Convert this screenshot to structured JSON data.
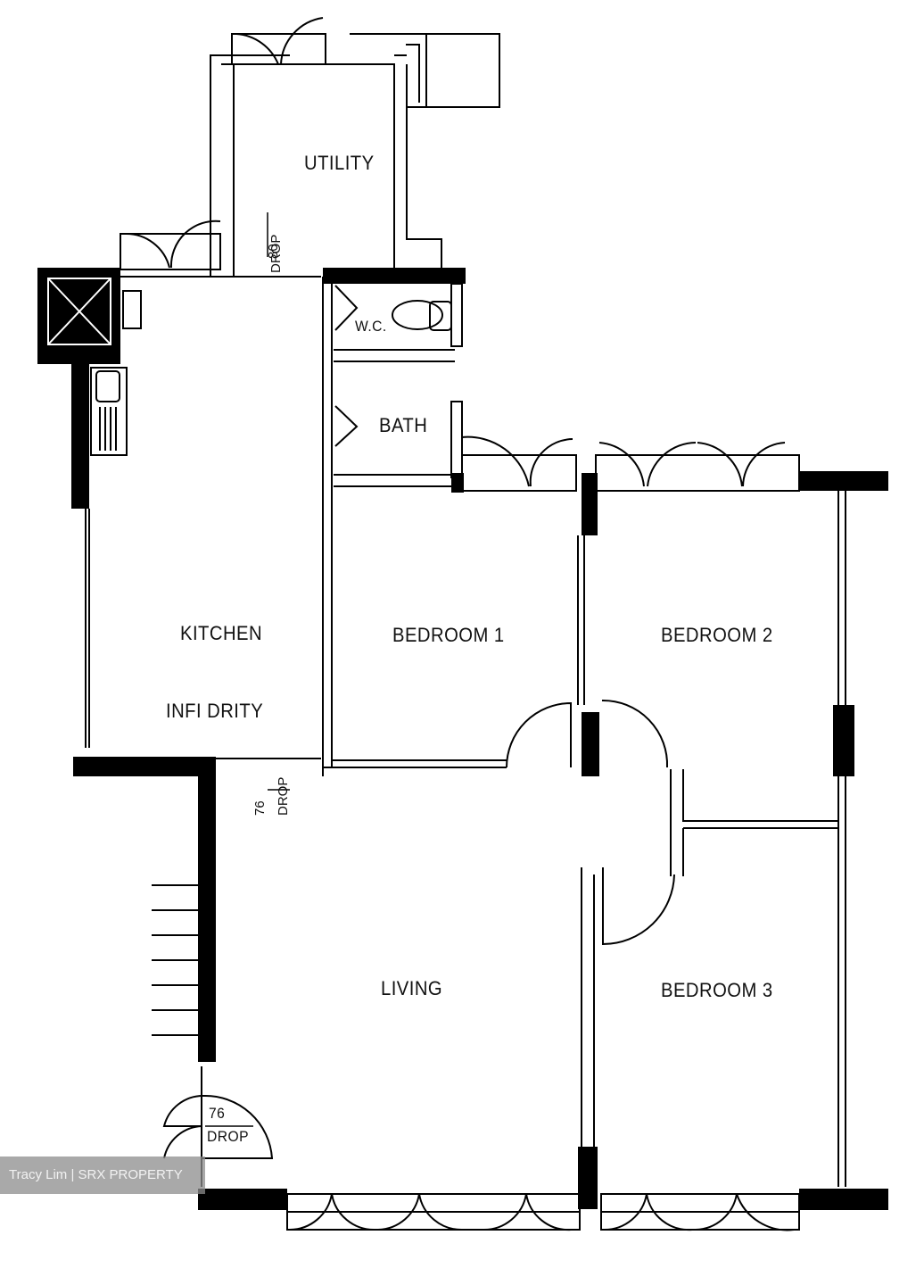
{
  "floorplan": {
    "rooms": {
      "utility": "UTILITY",
      "wc": "W.C.",
      "bath": "BATH",
      "kitchen": "KITCHEN",
      "kitchen_sub": "INFI DRITY",
      "bedroom1": "BEDROOM  1",
      "bedroom2": "BEDROOM  2",
      "bedroom3": "BEDROOM  3",
      "living": "LIVING"
    },
    "drops": {
      "utility_drop": {
        "value": "80",
        "label": "DROP"
      },
      "kitchen_drop": {
        "value": "76",
        "label": "DROP"
      },
      "entrance_drop": {
        "value": "76",
        "label": "DROP"
      }
    }
  },
  "watermark": "Tracy Lim | SRX PROPERTY"
}
